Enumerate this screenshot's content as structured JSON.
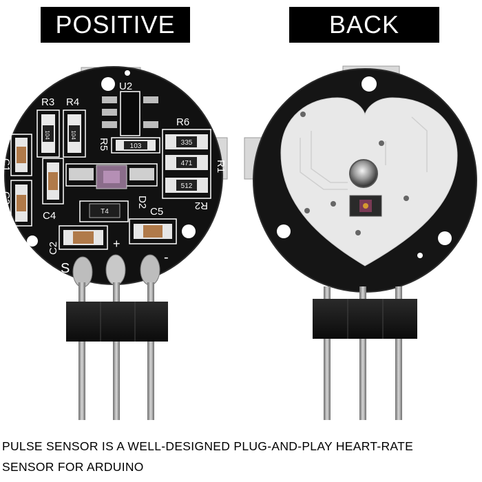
{
  "labels": {
    "positive": "POSITIVE",
    "back": "BACK"
  },
  "front": {
    "silkscreen": [
      "R3",
      "R4",
      "U2",
      "R6",
      "R5",
      "R1",
      "C1",
      "C4",
      "C3",
      "D2",
      "C5",
      "R2",
      "C2",
      "S",
      "+",
      "-"
    ],
    "component_markings": [
      "104",
      "104",
      "103",
      "335",
      "471",
      "512",
      "T4"
    ]
  },
  "caption": {
    "line1": "PULSE SENSOR IS A WELL-DESIGNED PLUG-AND-PLAY HEART-RATE",
    "line2": "SENSOR FOR ARDUINO"
  }
}
